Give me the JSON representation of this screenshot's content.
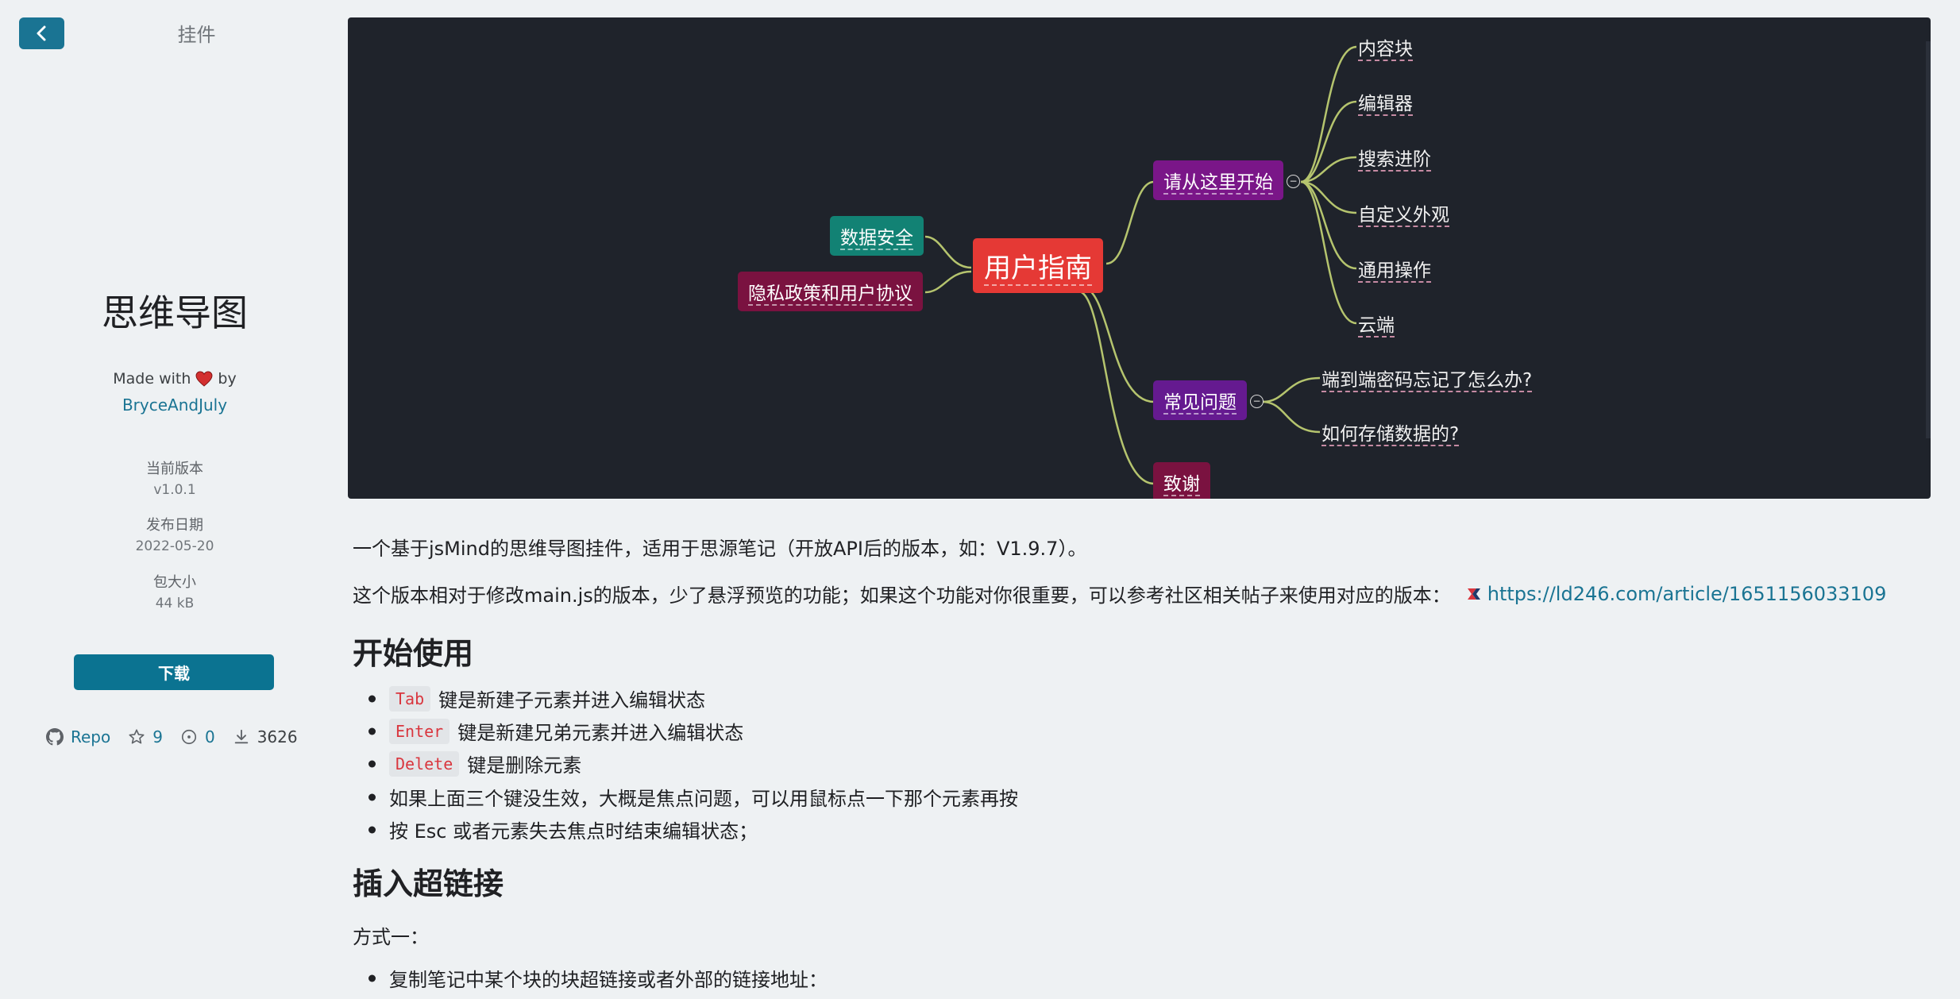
{
  "sidebar": {
    "title": "挂件",
    "plugin_name": "思维导图",
    "made_with": "Made with",
    "by": "by",
    "author": "BryceAndJuly",
    "version_label": "当前版本",
    "version": "v1.0.1",
    "date_label": "发布日期",
    "date": "2022-05-20",
    "size_label": "包大小",
    "size": "44 kB",
    "download_label": "下载",
    "repo_label": "Repo",
    "stars": "9",
    "issues": "0",
    "downloads": "3626"
  },
  "mindmap": {
    "root": "用户指南",
    "left": [
      "数据安全",
      "隐私政策和用户协议"
    ],
    "branches": {
      "start": "请从这里开始",
      "faq": "常见问题",
      "thanks": "致谢"
    },
    "start_children": [
      "内容块",
      "编辑器",
      "搜索进阶",
      "自定义外观",
      "通用操作",
      "云端"
    ],
    "faq_children": [
      "端到端密码忘记了怎么办?",
      "如何存储数据的?"
    ],
    "toggle_symbol": "−",
    "colors": {
      "background": "#1f232b",
      "root": "#e53935",
      "teal": "#128274",
      "crimson": "#7a1240",
      "purple": "#7a1688",
      "violet": "#651a90",
      "line": "#b5c46e"
    }
  },
  "readme": {
    "intro": "一个基于jsMind的思维导图挂件，适用于思源笔记（开放API后的版本，如：V1.9.7）。",
    "note": "这个版本相对于修改main.js的版本，少了悬浮预览的功能；如果这个功能对你很重要，可以参考社区相关帖子来使用对应的版本：",
    "note_link": "https://ld246.com/article/1651156033109",
    "h_start": "开始使用",
    "items": [
      {
        "code": "Tab",
        "text": "键是新建子元素并进入编辑状态"
      },
      {
        "code": "Enter",
        "text": "键是新建兄弟元素并进入编辑状态"
      },
      {
        "code": "Delete",
        "text": "键是删除元素"
      },
      {
        "code": "",
        "text": "如果上面三个键没生效，大概是焦点问题，可以用鼠标点一下那个元素再按"
      },
      {
        "code": "",
        "text": "按 Esc 或者元素失去焦点时结束编辑状态；"
      }
    ],
    "h_link": "插入超链接",
    "method1": "方式一：",
    "cut_item": "复制笔记中某个块的块超链接或者外部的链接地址："
  }
}
